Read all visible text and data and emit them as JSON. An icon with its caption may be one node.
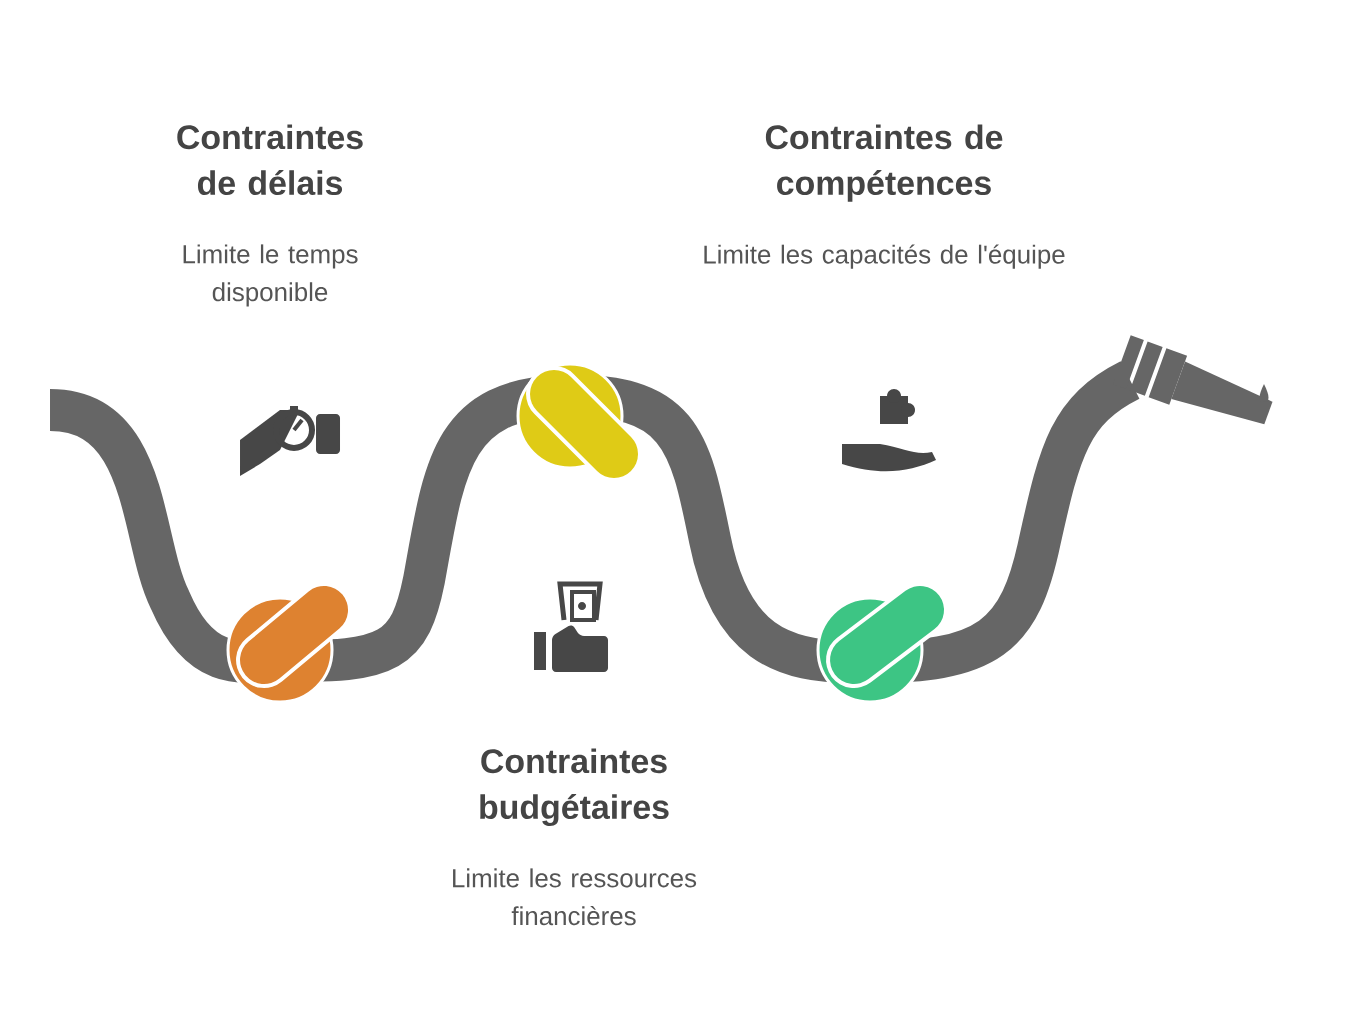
{
  "diagram": {
    "labels": [
      "Contraintes de délais",
      "Limite le temps disponible",
      "Contraintes de compétences",
      "Limite les capacités de l'équipe",
      "Contraintes budgétaires",
      "Limite les ressources financières"
    ]
  }
}
